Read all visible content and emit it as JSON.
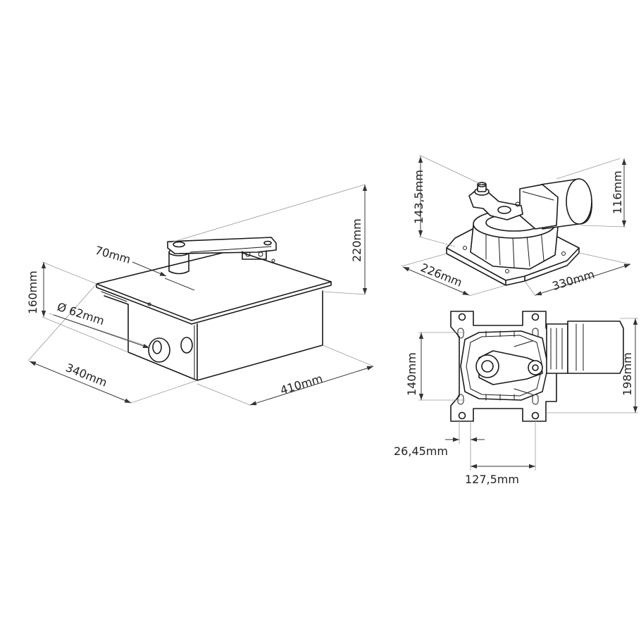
{
  "dimensions": {
    "arm_length": "70mm",
    "height_total": "220mm",
    "box_height": "160mm",
    "hole_diameter": "Ø 62mm",
    "box_depth": "340mm",
    "box_width": "410mm",
    "motor_height": "143,5mm",
    "motor_top_height": "116mm",
    "motor_depth": "226mm",
    "motor_length": "330mm",
    "plate_width": "140mm",
    "plate_total_width": "198mm",
    "shaft_offset": "26,45mm",
    "hole_spacing": "127,5mm"
  },
  "colors": {
    "line": "#1a1a1a",
    "dimension": "#3a3a3a",
    "extension": "#9a9a9a"
  }
}
